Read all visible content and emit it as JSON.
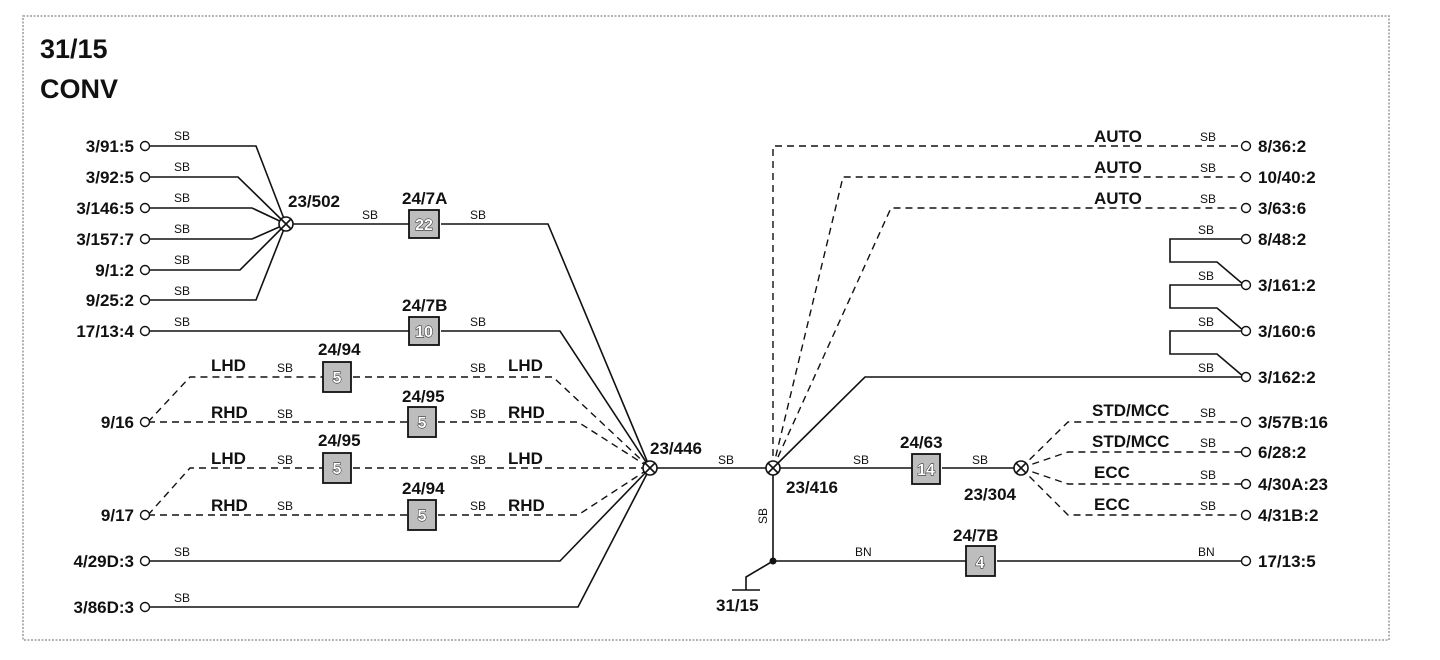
{
  "title": {
    "line1": "31/15",
    "line2": "CONV"
  },
  "left_connectors": [
    "3/91:5",
    "3/92:5",
    "3/146:5",
    "3/157:7",
    "9/1:2",
    "9/25:2",
    "17/13:4",
    "9/16",
    "9/17",
    "4/29D:3",
    "3/86D:3"
  ],
  "right_connectors": [
    "8/36:2",
    "10/40:2",
    "3/63:6",
    "8/48:2",
    "3/161:2",
    "3/160:6",
    "3/162:2",
    "3/57B:16",
    "6/28:2",
    "4/30A:23",
    "4/31B:2",
    "17/13:5"
  ],
  "splices": [
    "23/502",
    "23/446",
    "23/416",
    "23/304"
  ],
  "ground": "31/15",
  "fuses": [
    {
      "ref": "24/7A",
      "value": "22"
    },
    {
      "ref": "24/7B",
      "value": "10"
    },
    {
      "ref": "24/94",
      "value": "5"
    },
    {
      "ref": "24/95",
      "value": "5"
    },
    {
      "ref": "24/95",
      "value": "5"
    },
    {
      "ref": "24/94",
      "value": "5"
    },
    {
      "ref": "24/63",
      "value": "14"
    },
    {
      "ref": "24/7B",
      "value": "4"
    }
  ],
  "variants": {
    "lhd": "LHD",
    "rhd": "RHD",
    "auto": "AUTO",
    "std_mcc": "STD/MCC",
    "ecc": "ECC"
  },
  "wire_colors": {
    "sb": "SB",
    "bn": "BN"
  }
}
